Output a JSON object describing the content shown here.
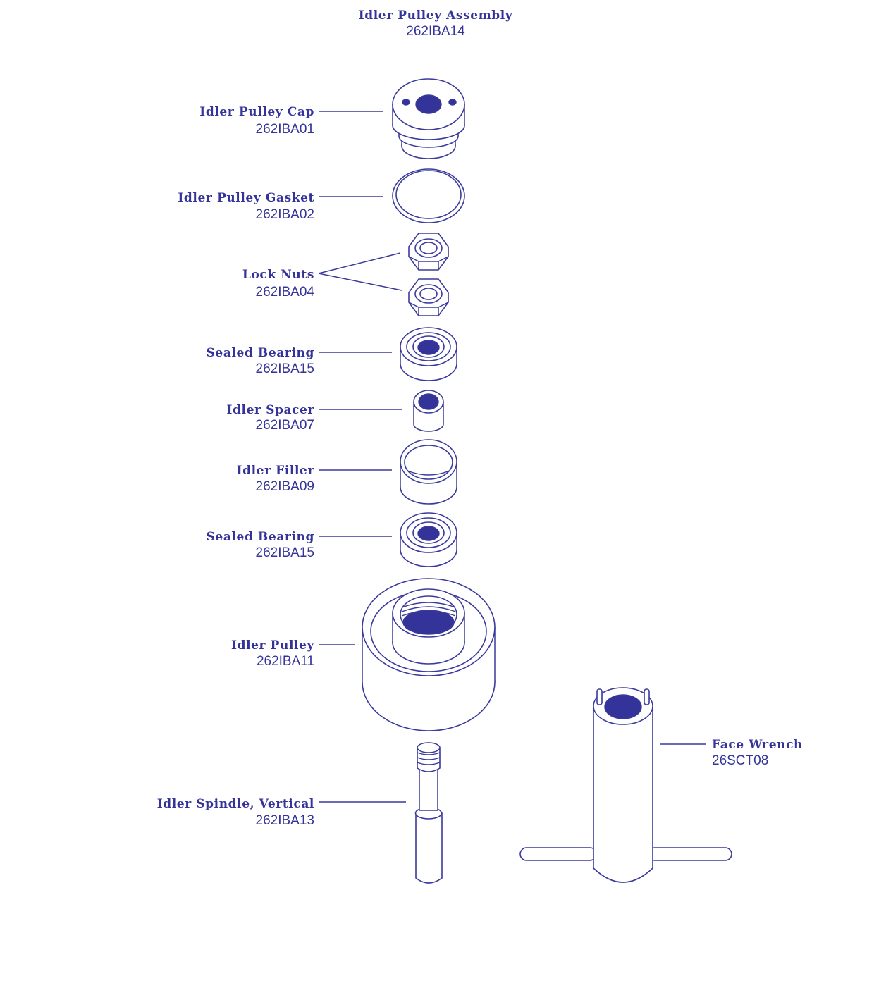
{
  "theme": {
    "ink": "#34339a",
    "background": "#ffffff"
  },
  "assembly": {
    "name": "Idler Pulley Assembly",
    "code": "262IBA14"
  },
  "parts": [
    {
      "id": "cap",
      "name": "Idler Pulley Cap",
      "code": "262IBA01"
    },
    {
      "id": "gasket",
      "name": "Idler Pulley Gasket",
      "code": "262IBA02"
    },
    {
      "id": "lock-nuts",
      "name": "Lock Nuts",
      "code": "262IBA04"
    },
    {
      "id": "sealed-bearing-top",
      "name": "Sealed Bearing",
      "code": "262IBA15"
    },
    {
      "id": "spacer",
      "name": "Idler Spacer",
      "code": "262IBA07"
    },
    {
      "id": "filler",
      "name": "Idler Filler",
      "code": "262IBA09"
    },
    {
      "id": "sealed-bearing-bottom",
      "name": "Sealed Bearing",
      "code": "262IBA15"
    },
    {
      "id": "pulley",
      "name": "Idler Pulley",
      "code": "262IBA11"
    },
    {
      "id": "spindle",
      "name": "Idler Spindle, Vertical",
      "code": "262IBA13"
    },
    {
      "id": "face-wrench",
      "name": "Face Wrench",
      "code": "26SCT08"
    }
  ]
}
